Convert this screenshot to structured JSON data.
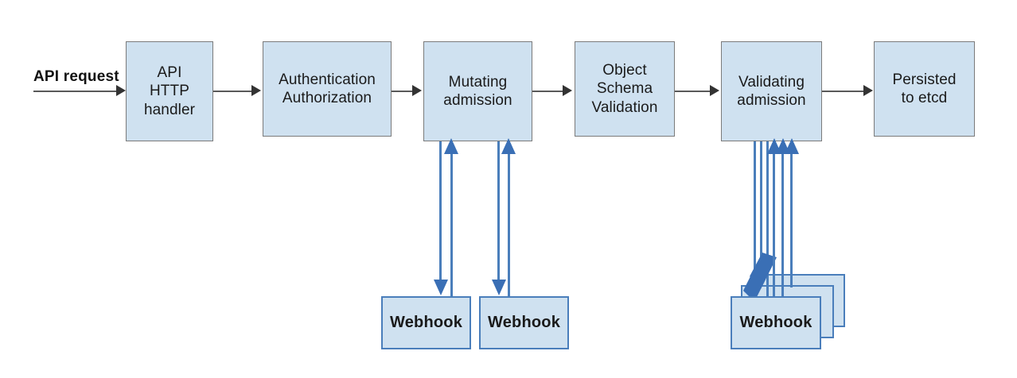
{
  "diagram": {
    "title": "Kubernetes API request admission flow",
    "colors": {
      "node_fill": "#cfe1f0",
      "node_border": "#7b7b7b",
      "webhook_border": "#4a7ebb",
      "arrow_blue": "#3a6fb5",
      "arrow_grey": "#333333",
      "background": "#ffffff"
    },
    "entry": {
      "label": "API request"
    },
    "pipeline": [
      {
        "id": "api-http-handler",
        "label": "API\nHTTP\nhandler"
      },
      {
        "id": "authentication-authorization",
        "label": "Authentication\nAuthorization"
      },
      {
        "id": "mutating-admission",
        "label": "Mutating\nadmission"
      },
      {
        "id": "object-schema-validation",
        "label": "Object\nSchema\nValidation"
      },
      {
        "id": "validating-admission",
        "label": "Validating\nadmission"
      },
      {
        "id": "persisted-to-etcd",
        "label": "Persisted\nto etcd"
      }
    ],
    "mutating_webhooks": [
      {
        "id": "mutating-webhook-1",
        "label": "Webhook"
      },
      {
        "id": "mutating-webhook-2",
        "label": "Webhook"
      }
    ],
    "validating_webhooks": {
      "front_label": "Webhook",
      "stack_count": 3
    }
  }
}
